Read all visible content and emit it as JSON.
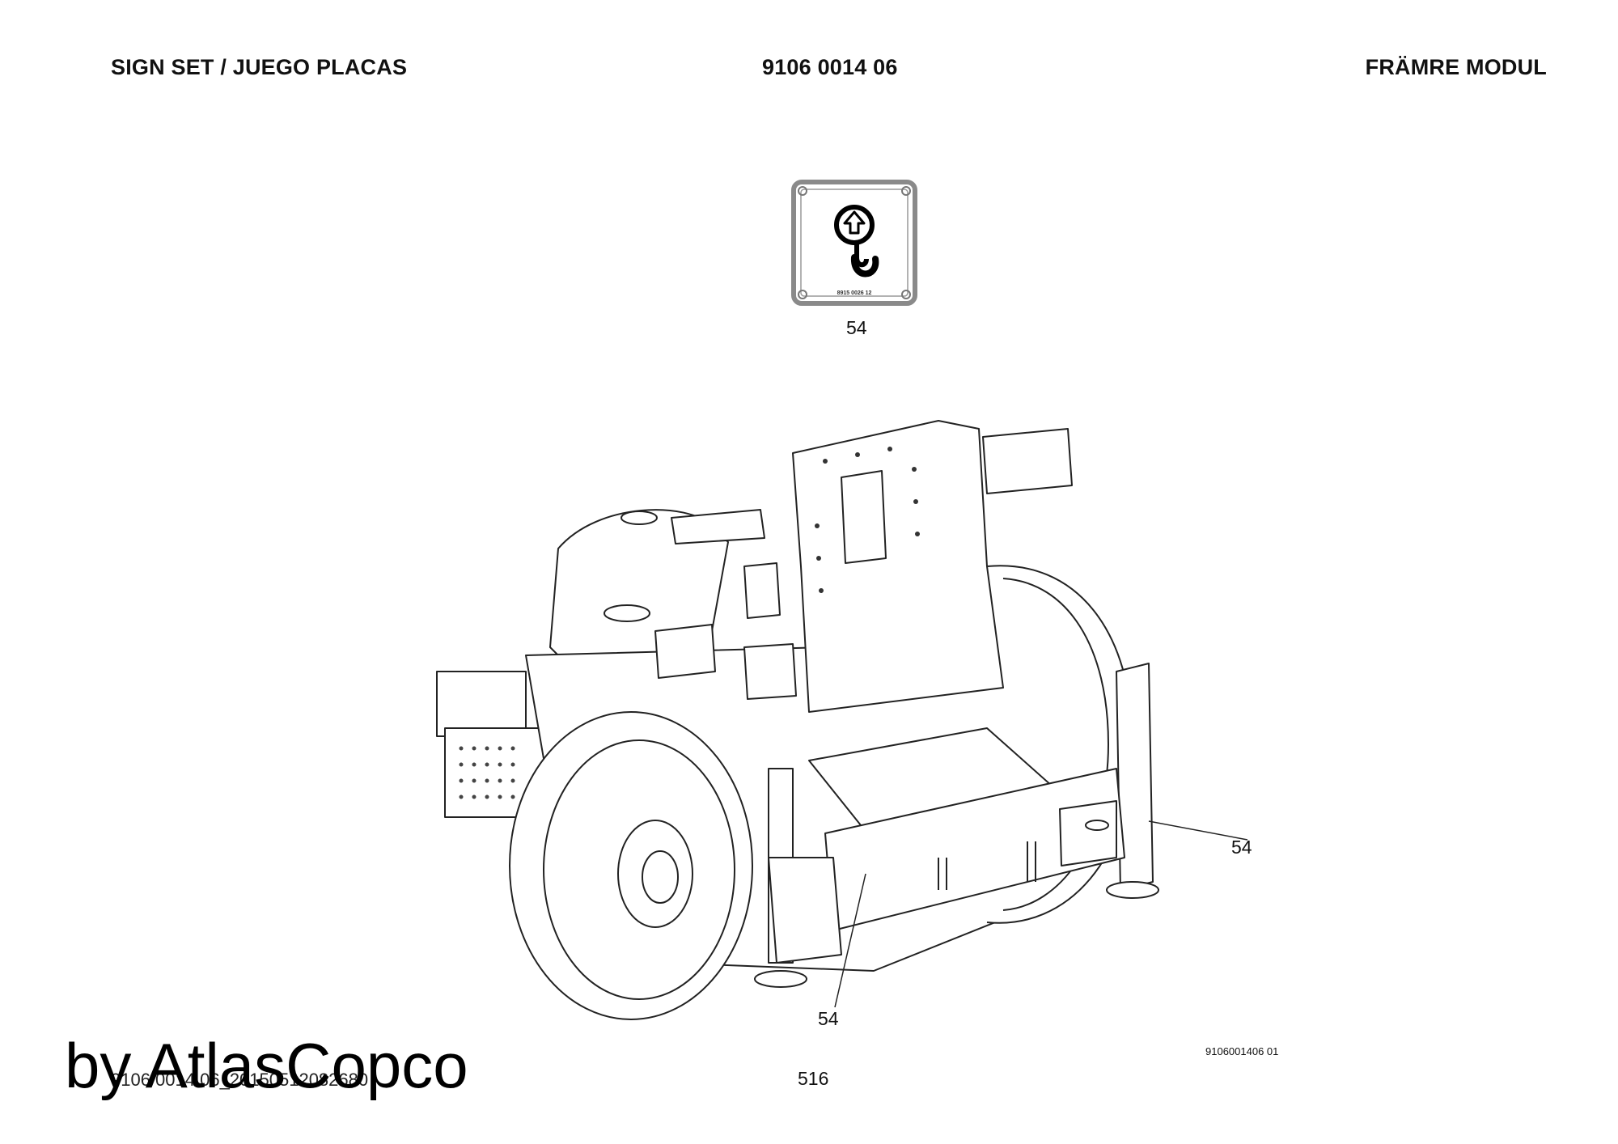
{
  "header": {
    "left_title": "SIGN SET / JUEGO PLACAS",
    "part_number": "9106 0014 06",
    "right_title": "FRÄMRE MODUL"
  },
  "sign": {
    "label": "54",
    "plate_code": "8915 0026 12",
    "icon": "lifting-hook-icon"
  },
  "callouts": {
    "right": "54",
    "bottom": "54"
  },
  "drawing_id": "9106001406 01",
  "footer": {
    "file_ref": "9106 0014 06_20150512082680",
    "page_number": "516"
  },
  "watermark": "by AtlasCopco"
}
